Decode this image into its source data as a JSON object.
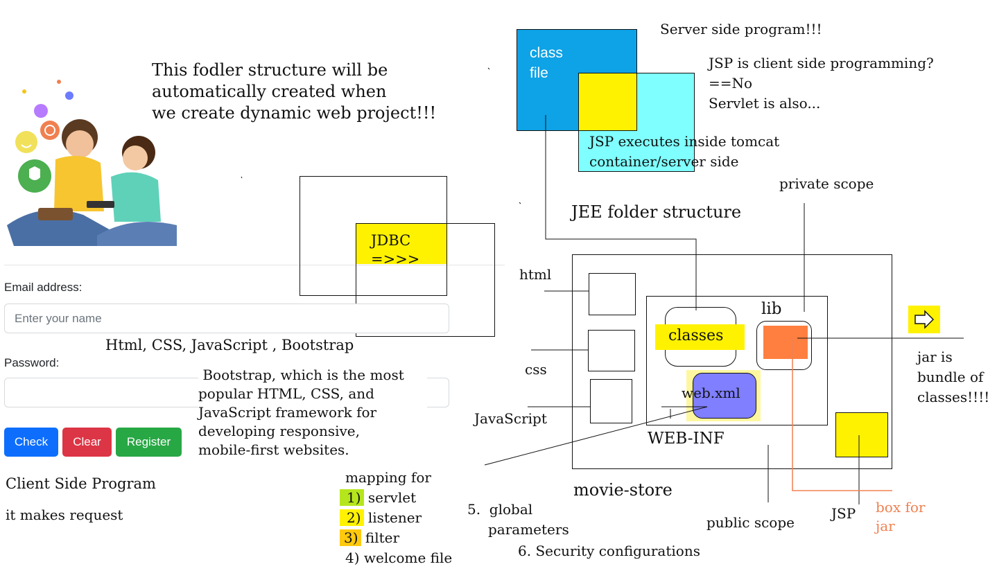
{
  "intro": {
    "line1": "This fodler structure will be",
    "line2": "automatically created when",
    "line3": "we create dynamic web project!!!"
  },
  "server_side": {
    "class_line1": "class",
    "class_line2": "file",
    "heading": "Server side program!!!",
    "jsp_q1": "JSP is client side programming?",
    "jsp_q2": "==No",
    "jsp_q3": "Servlet is also...",
    "jsp_exec1": "JSP executes inside tomcat",
    "jsp_exec2": "container/server side"
  },
  "jdbc": {
    "line1": "JDBC",
    "line2": "=>>>"
  },
  "form": {
    "email_label": "Email address:",
    "email_placeholder": "Enter your name",
    "tech": "Html, CSS, JavaScript , Bootstrap",
    "password_label": "Password:",
    "buttons": {
      "check": "Check",
      "clear": "Clear",
      "register": "Register"
    }
  },
  "bootstrap_desc": {
    "line1": " Bootstrap, which is the most",
    "line2": "popular HTML, CSS, and",
    "line3": "JavaScript framework for",
    "line4": "developing responsive,",
    "line5": "mobile-first websites."
  },
  "client": {
    "title": "Client Side Program",
    "request": "it makes request"
  },
  "mapping": {
    "title": "mapping for",
    "items": [
      {
        "num": "1)",
        "text": "servlet"
      },
      {
        "num": "2)",
        "text": "listener"
      },
      {
        "num": "3)",
        "text": "filter"
      },
      {
        "num": "4)",
        "text": "welcome file"
      }
    ]
  },
  "notes": {
    "global_1": "5.  global",
    "global_2": "parameters",
    "security": "6. Security configurations"
  },
  "jee": {
    "title": "JEE folder structure",
    "private_scope": "private scope",
    "html": "html",
    "css": "css",
    "javascript": "JavaScript",
    "lib": "lib",
    "classes": "classes",
    "webxml": "web.xml",
    "webinf": "WEB-INF",
    "movie_store": "movie-store",
    "public_scope": "public scope",
    "jsp": "JSP",
    "box_for_jar_1": "box for",
    "box_for_jar_2": "jar",
    "jar_1": "jar is",
    "jar_2": "bundle of",
    "jar_3": "classes!!!!"
  },
  "colors": {
    "blue": "#0ea2e6",
    "cyan": "#7fffff",
    "yellow": "#fff200",
    "orange": "#ff7f40",
    "violet": "#7f7fff",
    "check_btn": "#0d6efd",
    "clear_btn": "#dc3545",
    "register_btn": "#28a745",
    "green_hl": "#b5e61d",
    "amber_hl": "#ffc90e",
    "orange_text": "#f08050"
  }
}
